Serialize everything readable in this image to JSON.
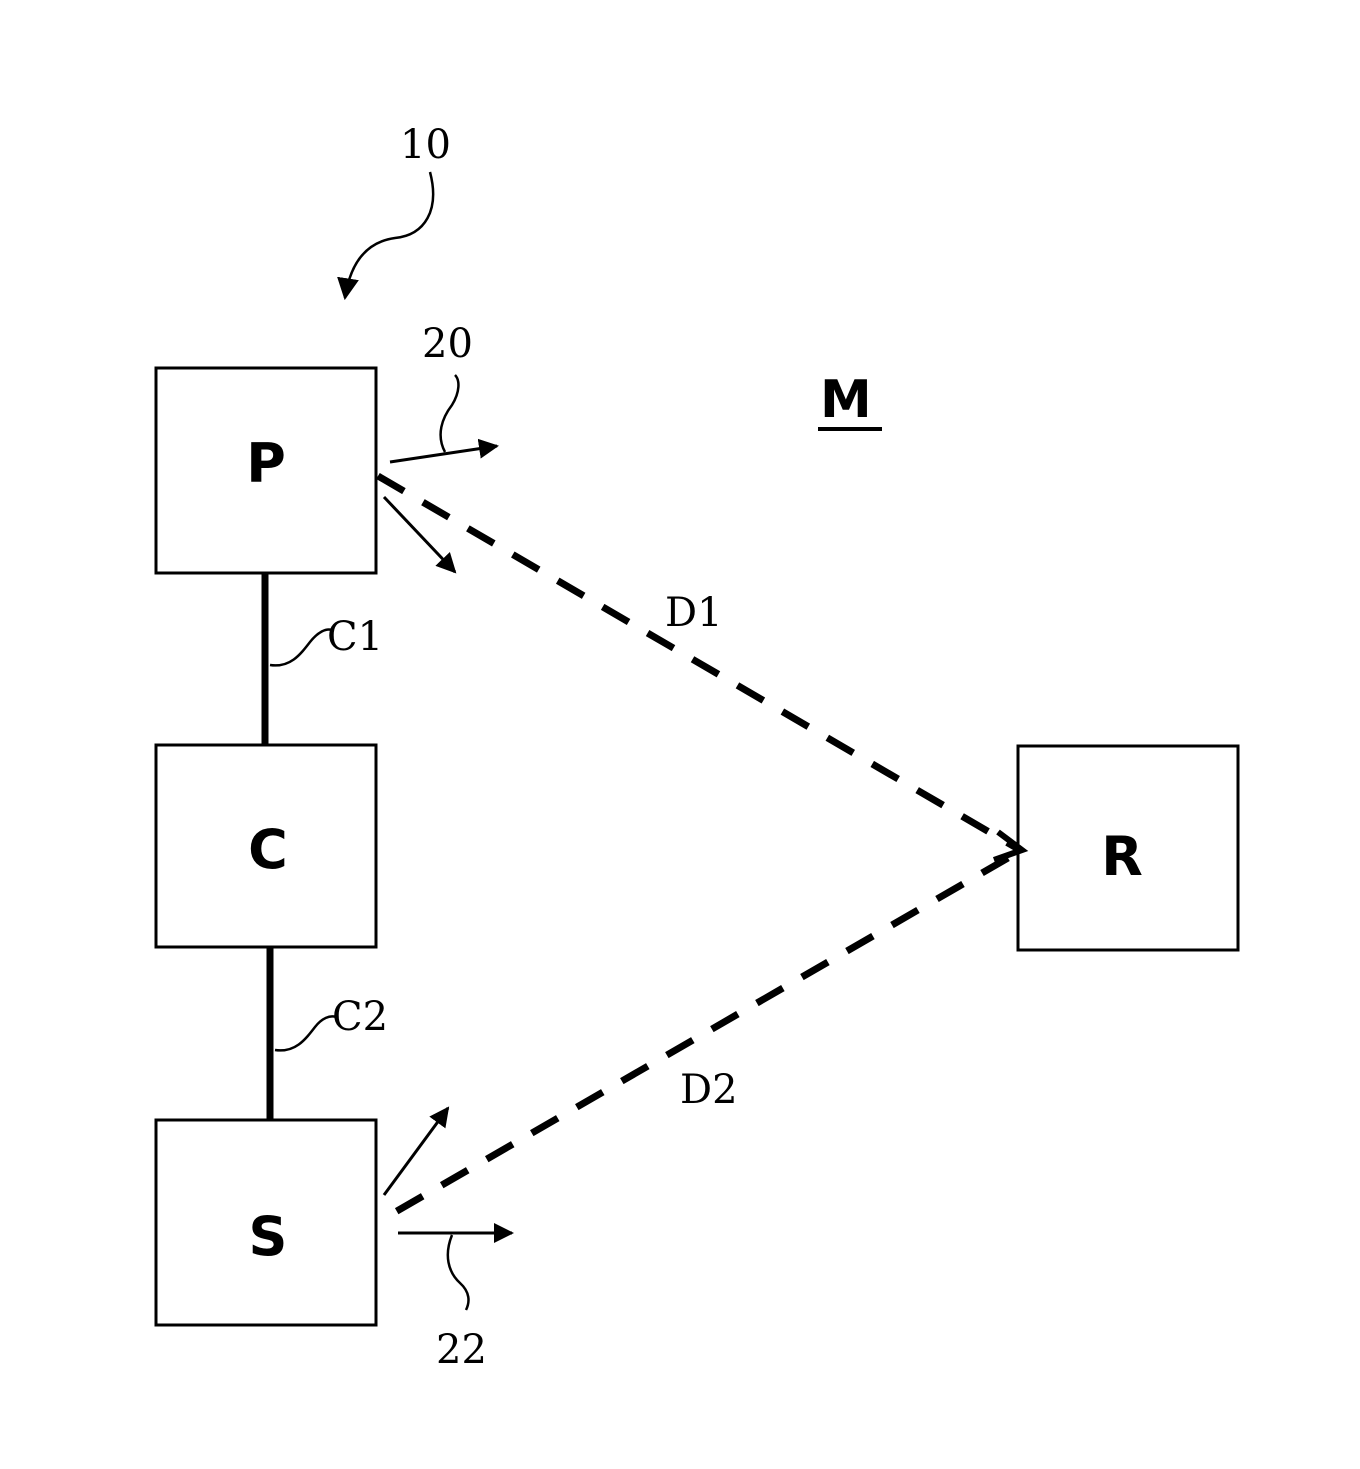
{
  "figure": {
    "system_ref": "10",
    "medium_label": "M",
    "boxes": {
      "p": "P",
      "c": "C",
      "s": "S",
      "r": "R"
    },
    "connections": {
      "c1": "C1",
      "c2": "C2"
    },
    "paths": {
      "d1": "D1",
      "d2": "D2"
    },
    "signals": {
      "emitted_ref": "20",
      "received_ref": "22"
    }
  }
}
